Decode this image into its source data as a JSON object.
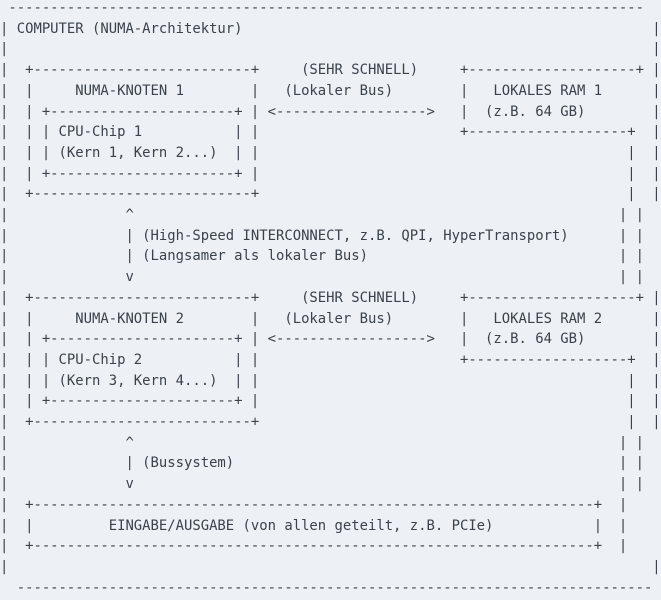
{
  "colors": {
    "background": "#edf0f4",
    "text": "#3b424b"
  },
  "diagram": {
    "title": "COMPUTER (NUMA-Architektur)",
    "numa_node_1": {
      "label": "NUMA-KNOTEN 1",
      "cpu": "CPU-Chip 1",
      "cores": "(Kern 1, Kern 2...)"
    },
    "numa_node_2": {
      "label": "NUMA-KNOTEN 2",
      "cpu": "CPU-Chip 2",
      "cores": "(Kern 3, Kern 4...)"
    },
    "local_ram_1": {
      "label": "LOKALES RAM 1",
      "size": "(z.B. 64 GB)"
    },
    "local_ram_2": {
      "label": "LOKALES RAM 2",
      "size": "(z.B. 64 GB)"
    },
    "local_bus": {
      "speed_note": "(SEHR SCHNELL)",
      "label": "(Lokaler Bus)"
    },
    "interconnect": {
      "label": "(High-Speed INTERCONNECT, z.B. QPI, HyperTransport)",
      "note": "(Langsamer als lokaler Bus)"
    },
    "bus_system": "(Bussystem)",
    "io": "EINGABE/AUSGABE (von allen geteilt, z.B. PCIe)"
  },
  "ascii_lines": [
    " ----------------------------------------------------------------------------",
    "| COMPUTER (NUMA-Architektur)                                                 |",
    "|                                                                             |",
    "|  +--------------------------+     (SEHR SCHNELL)     +--------------------+ |",
    "|  |     NUMA-KNOTEN 1        |   (Lokaler Bus)        |   LOKALES RAM 1      |",
    "|  | +----------------------+ | <------------------>   |  (z.B. 64 GB)        |",
    "|  | | CPU-Chip 1           | |                        +-------------------+  |",
    "|  | | (Kern 1, Kern 2...)  | |                                            |  |",
    "|  | +----------------------+ |                                            |  |",
    "|  +--------------------------+                                            |  |",
    "|              ^                                                          | |",
    "|              | (High-Speed INTERCONNECT, z.B. QPI, HyperTransport)      | |",
    "|              | (Langsamer als lokaler Bus)                              | |",
    "|              v                                                          | |",
    "|  +--------------------------+     (SEHR SCHNELL)     +--------------------+ |",
    "|  |     NUMA-KNOTEN 2        |   (Lokaler Bus)        |   LOKALES RAM 2      |",
    "|  | +----------------------+ | <------------------>   |  (z.B. 64 GB)        |",
    "|  | | CPU-Chip 2           | |                        +-------------------+  |",
    "|  | | (Kern 3, Kern 4...)  | |                                            |  |",
    "|  | +----------------------+ |                                            |  |",
    "|  +--------------------------+                                            |  |",
    "|              ^                                                          | |",
    "|              | (Bussystem)                                              | |",
    "|              v                                                          | |",
    "|  +-------------------------------------------------------------------+  |",
    "|  |         EINGABE/AUSGABE (von allen geteilt, z.B. PCIe)            |  |",
    "|  +-------------------------------------------------------------------+  |",
    "|                                                                             |",
    "  ----------------------------------------------------------------------------"
  ]
}
